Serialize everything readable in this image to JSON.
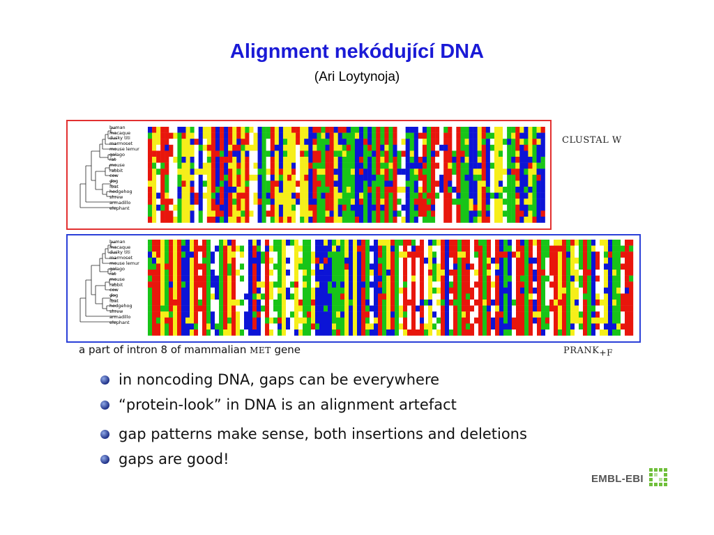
{
  "slide": {
    "title": "Alignment nekódující DNA",
    "subtitle": "(Ari Loytynoja)"
  },
  "figure": {
    "species": [
      "human",
      "macaque",
      "dusky titi",
      "marmoset",
      "mouse lemur",
      "galago",
      "rat",
      "mouse",
      "rabbit",
      "cow",
      "dog",
      "fbat",
      "hedgehog",
      "shrew",
      "armadillo",
      "elephant"
    ],
    "top_method": "CLUSTAL W",
    "bottom_method": "PRANK",
    "bottom_method_sub": "+F",
    "caption_prefix": "a part of intron 8 of mammalian",
    "caption_gene": "MET",
    "caption_suffix": "gene",
    "colors": {
      "A": "#e8160c",
      "C": "#0c14d6",
      "G": "#18c418",
      "T": "#f6ee1a",
      "gap": "#ffffff",
      "top_border": "#e23030",
      "bottom_border": "#2a3fd8"
    }
  },
  "bullets": [
    "in noncoding DNA, gaps can be everywhere",
    "“protein-look” in DNA is an alignment artefact",
    "gap patterns make sense, both insertions and deletions",
    "gaps are good!"
  ],
  "logo": {
    "text": "EMBL-EBI",
    "icon": "embl-ebi-cube-icon"
  }
}
